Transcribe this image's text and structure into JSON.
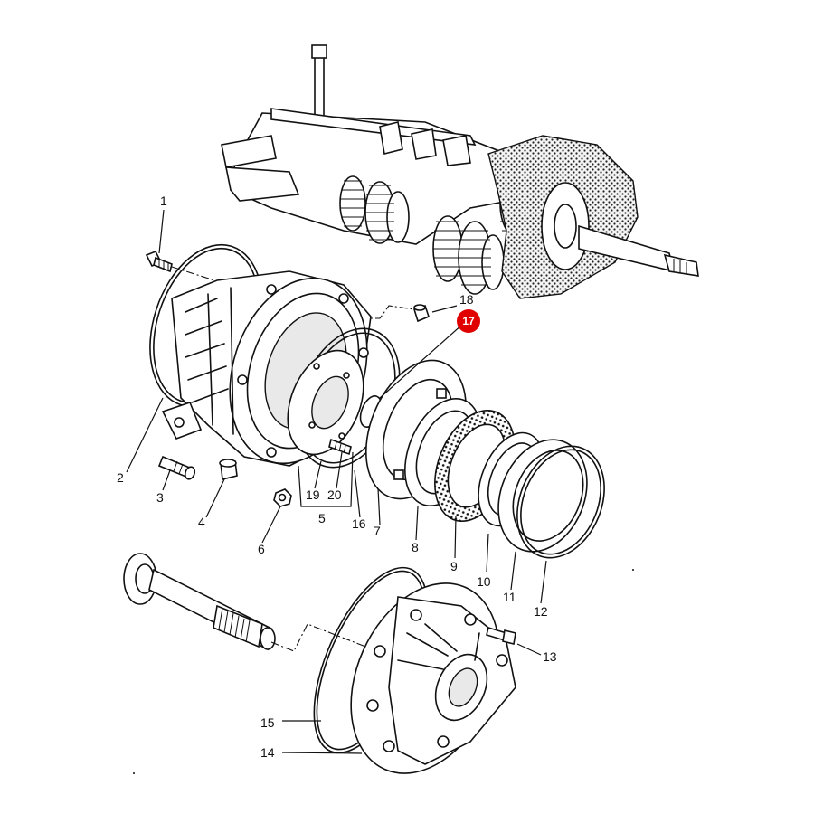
{
  "callouts": [
    {
      "id": "1",
      "label": "1"
    },
    {
      "id": "2",
      "label": "2"
    },
    {
      "id": "3",
      "label": "3"
    },
    {
      "id": "4",
      "label": "4"
    },
    {
      "id": "5",
      "label": "5"
    },
    {
      "id": "6",
      "label": "6"
    },
    {
      "id": "7",
      "label": "7"
    },
    {
      "id": "8",
      "label": "8"
    },
    {
      "id": "9",
      "label": "9"
    },
    {
      "id": "10",
      "label": "10"
    },
    {
      "id": "11",
      "label": "11"
    },
    {
      "id": "12",
      "label": "12"
    },
    {
      "id": "13",
      "label": "13"
    },
    {
      "id": "14",
      "label": "14"
    },
    {
      "id": "15",
      "label": "15"
    },
    {
      "id": "16",
      "label": "16"
    },
    {
      "id": "17",
      "label": "17"
    },
    {
      "id": "18",
      "label": "18"
    },
    {
      "id": "19",
      "label": "19"
    },
    {
      "id": "20",
      "label": "20"
    }
  ],
  "highlighted_callout": "17",
  "colors": {
    "highlight": "#e00000",
    "line": "#111111",
    "background": "#ffffff"
  }
}
